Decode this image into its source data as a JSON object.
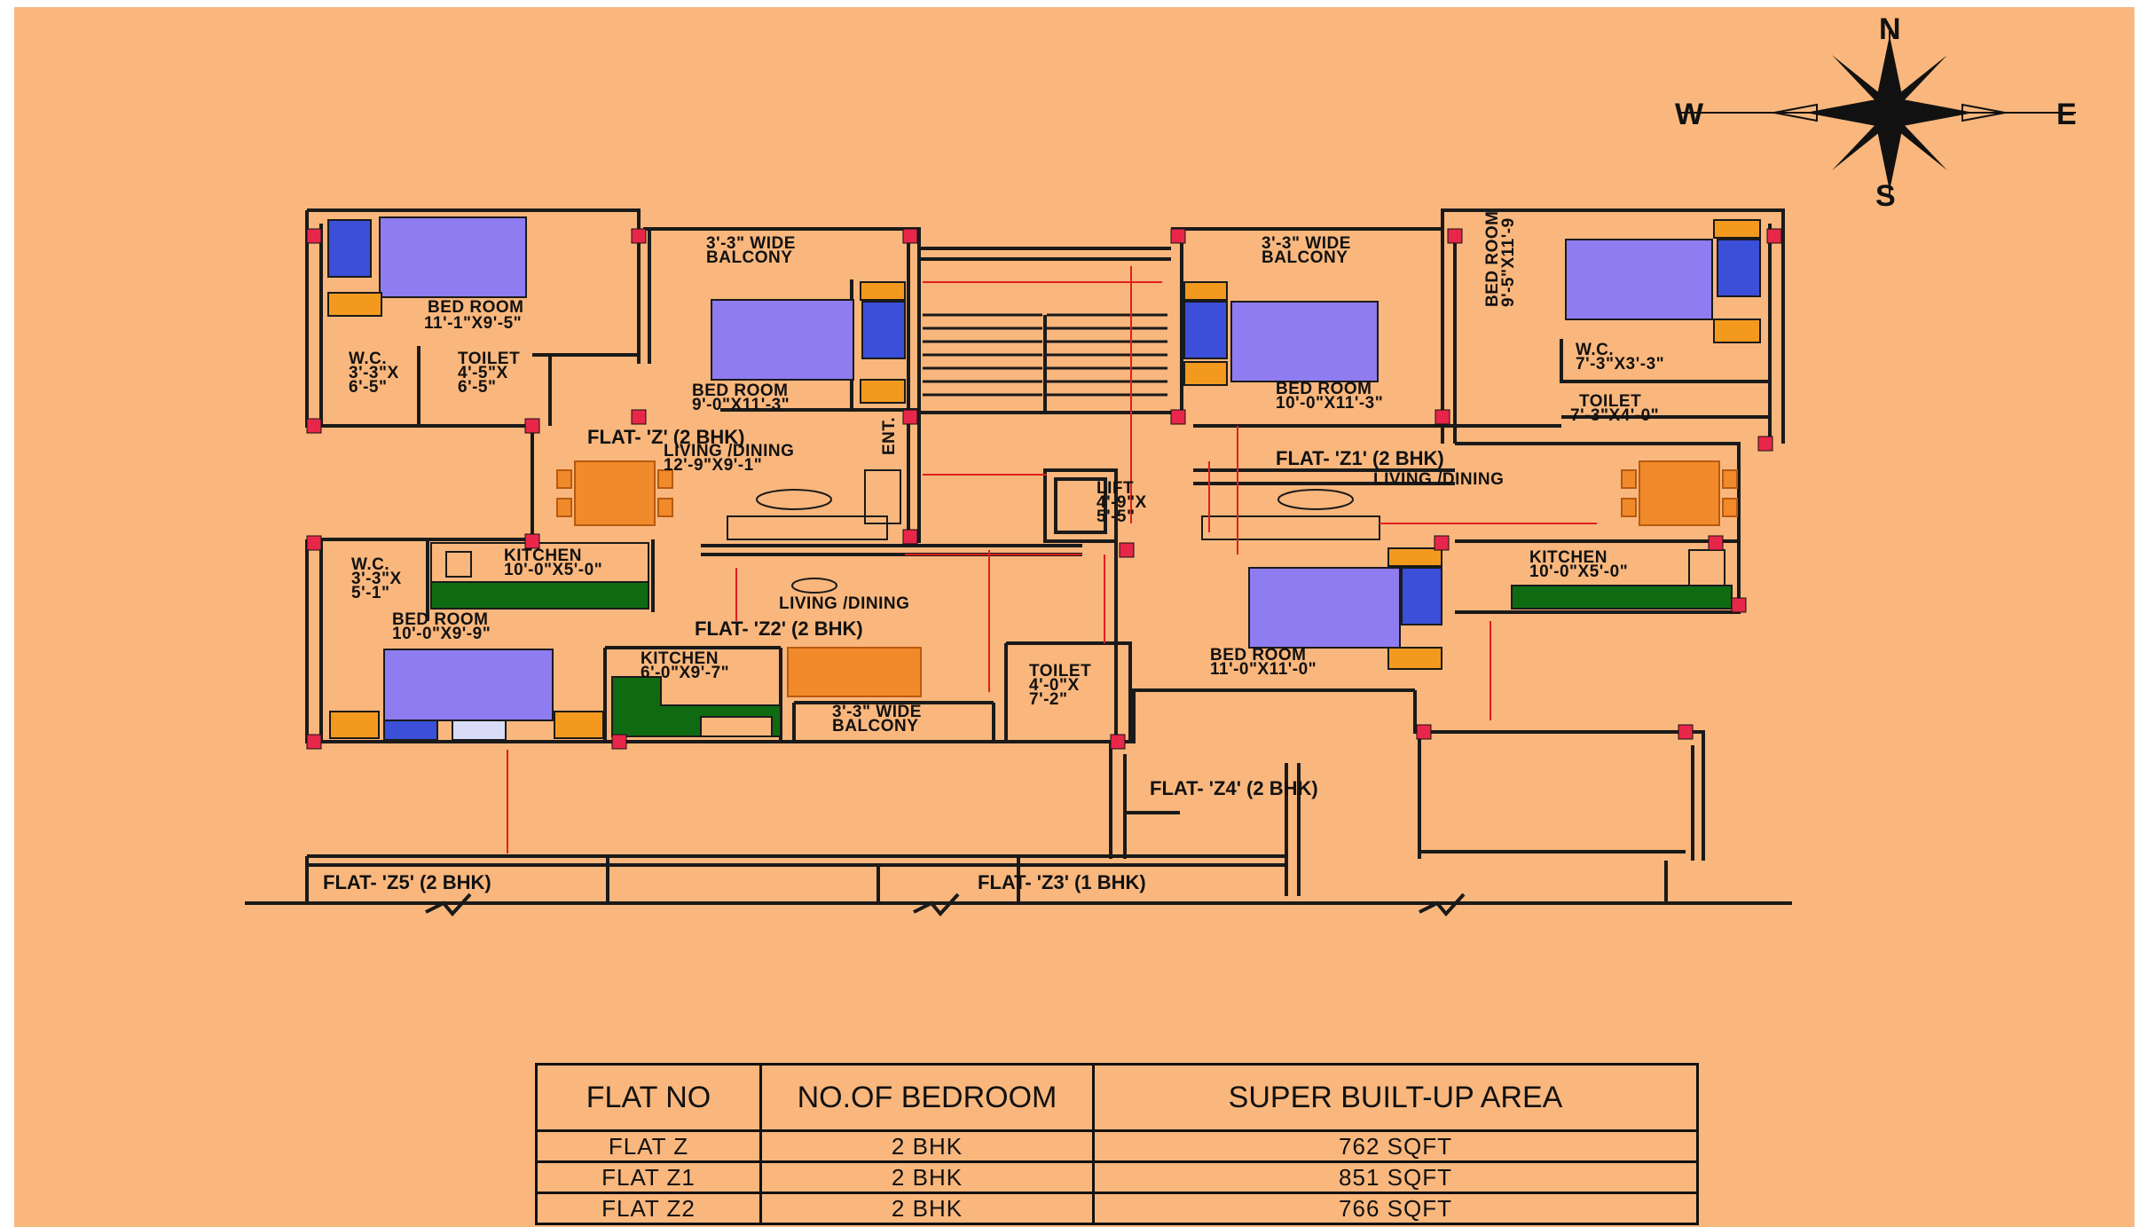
{
  "compass": {
    "north": "N",
    "south": "S",
    "east": "E",
    "west": "W"
  },
  "flats": {
    "z": "FLAT- 'Z' (2 BHK)",
    "z1": "FLAT- 'Z1' (2 BHK)",
    "z2": "FLAT- 'Z2' (2 BHK)",
    "z3": "FLAT- 'Z3' (1 BHK)",
    "z4": "FLAT- 'Z4' (2 BHK)",
    "z5": "FLAT- 'Z5' (2 BHK)"
  },
  "rooms": {
    "z_bed1": [
      "BED ROOM",
      "11'-1\"X9'-5\""
    ],
    "z_wc": [
      "W.C.",
      "3'-3\"X",
      "6'-5\""
    ],
    "z_toilet": [
      "TOILET",
      "4'-5\"X",
      "6'-5\""
    ],
    "z_balcony": [
      "3'-3\" WIDE",
      "BALCONY"
    ],
    "z_bed2": [
      "BED ROOM",
      "9'-0\"X11'-3\""
    ],
    "z_living": [
      "LIVING /DINING",
      "12'-9\"X9'-1\""
    ],
    "z_ent": "ENT.",
    "z1_balcony": [
      "3'-3\" WIDE",
      "BALCONY"
    ],
    "z1_bed_vertical": [
      "BED ROOM",
      "9'-5\"X11'-9"
    ],
    "z1_bed2": [
      "BED ROOM",
      "10'-0\"X11'-3\""
    ],
    "z1_wc": [
      "W.C.",
      "7'-3\"X3'-3\""
    ],
    "z1_toilet": [
      "TOILET",
      "7'-3\"X4'-0\""
    ],
    "z1_living": "LIVING /DINING",
    "z1_kitchen": [
      "KITCHEN",
      "10'-0\"X5'-0\""
    ],
    "lift": [
      "LIFT",
      "4'-9\"X",
      "5'-5\""
    ],
    "z2_wc": [
      "W.C.",
      "3'-3\"X",
      "5'-1\""
    ],
    "z2_kitchen_top": [
      "KITCHEN",
      "10'-0\"X5'-0\""
    ],
    "z2_bed": [
      "BED ROOM",
      "10'-0\"X9'-9\""
    ],
    "z2_living": "LIVING /DINING",
    "z2_kitchen": [
      "KITCHEN",
      "6'-0\"X9'-7\""
    ],
    "z2_balcony": [
      "3'-3\" WIDE",
      "BALCONY"
    ],
    "z2_toilet": [
      "TOILET",
      "4'-0\"X",
      "7'-2\""
    ],
    "z4_bed": [
      "BED ROOM",
      "11'-0\"X11'-0\""
    ]
  },
  "table": {
    "headers": [
      "FLAT NO",
      "NO.OF BEDROOM",
      "SUPER BUILT-UP AREA"
    ],
    "rows": [
      [
        "FLAT Z",
        "2 BHK",
        "762 SQFT"
      ],
      [
        "FLAT Z1",
        "2 BHK",
        "851 SQFT"
      ],
      [
        "FLAT Z2",
        "2 BHK",
        "766 SQFT"
      ]
    ]
  },
  "colors": {
    "background": "#f9b77d",
    "wall": "#1a1a1a",
    "column": "#e8264a",
    "bed": "#8f7cf0",
    "pillow": "#3b4fd8",
    "side_table": "#f39a1e",
    "kitchen_counter": "#0f6b12",
    "dimension_line": "#e01e1e",
    "table_chairs": "#f08a2a"
  }
}
